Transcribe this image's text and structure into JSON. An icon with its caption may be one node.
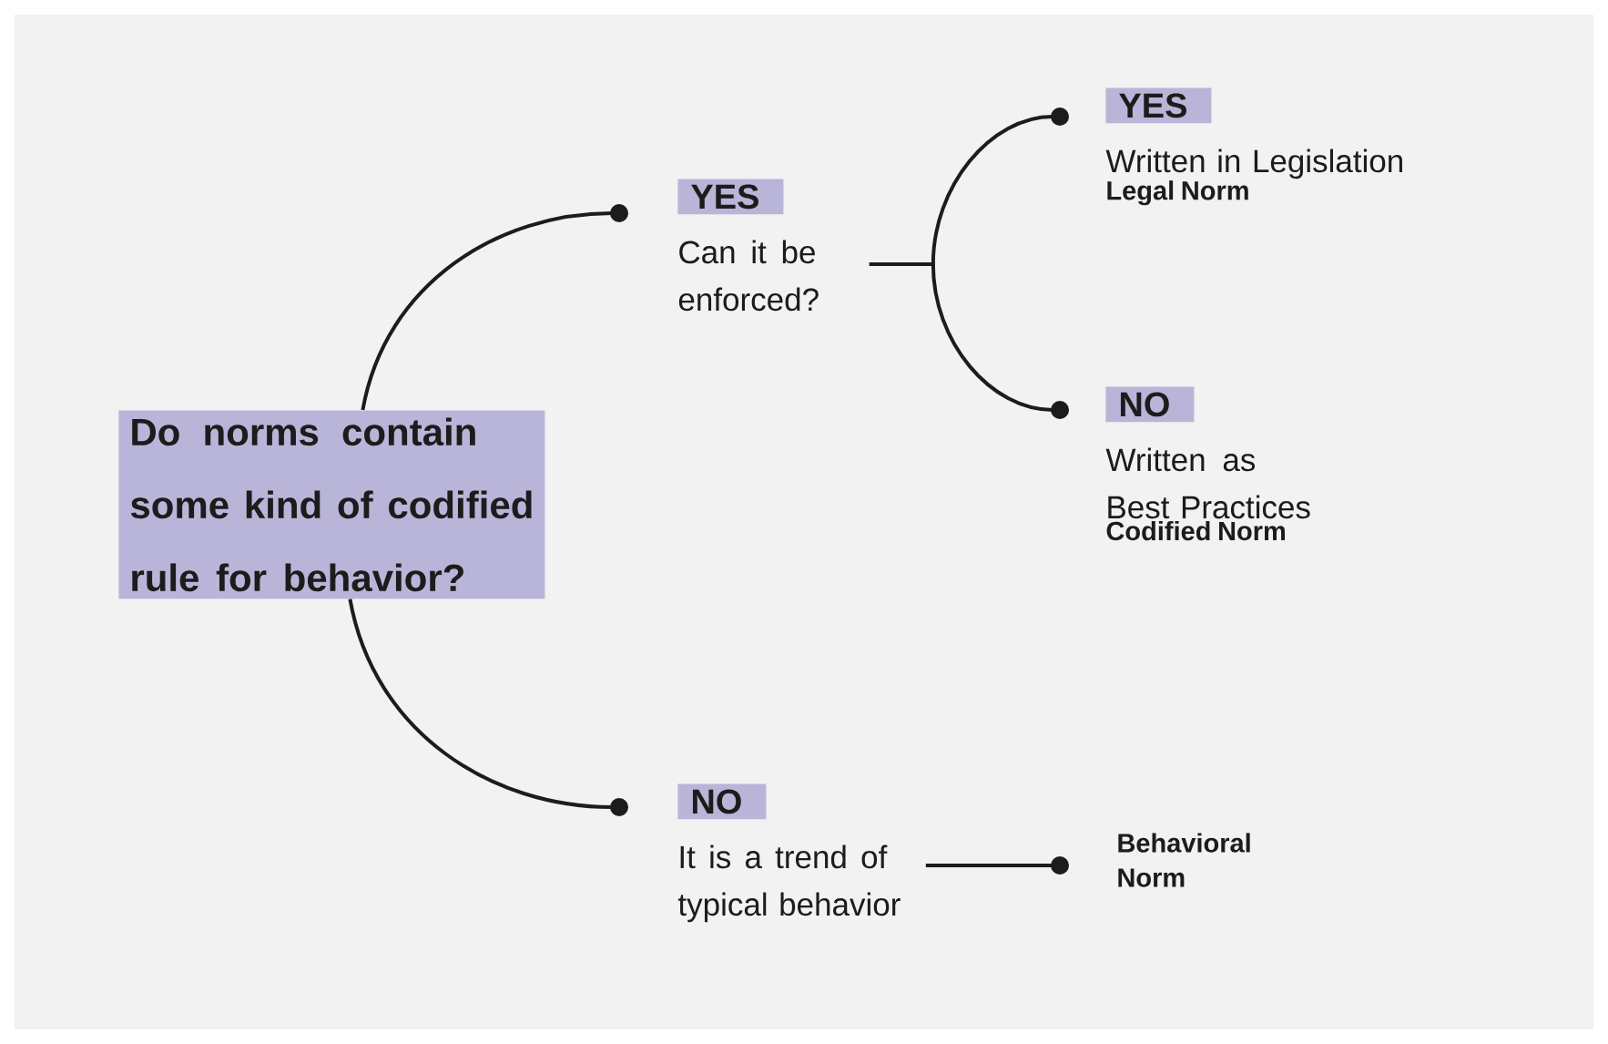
{
  "diagram": {
    "nodes": [
      {
        "text": [
          "Do norms contain some kind of codified rule for behavior?"
        ]
      },
      {
        "text": [
          "YES",
          "Can it be enforced?"
        ]
      },
      {
        "text": [
          "YES",
          "Written in Legislation",
          "Legal Norm"
        ]
      },
      {
        "text": [
          "NO",
          "Written as Best Practices",
          "Codified Norm"
        ]
      },
      {
        "text": [
          "NO",
          "It is a trend of typical behavior"
        ]
      },
      {
        "text": [
          "Behavioral Norm"
        ]
      }
    ],
    "edges": [
      {
        "from": 0,
        "to": 1,
        "arrow": "other"
      },
      {
        "from": 0,
        "to": 4,
        "arrow": "other"
      },
      {
        "from": 1,
        "to": 2,
        "arrow": "other"
      },
      {
        "from": 1,
        "to": 3,
        "arrow": "other"
      },
      {
        "from": 4,
        "to": 5,
        "arrow": "other"
      }
    ]
  }
}
